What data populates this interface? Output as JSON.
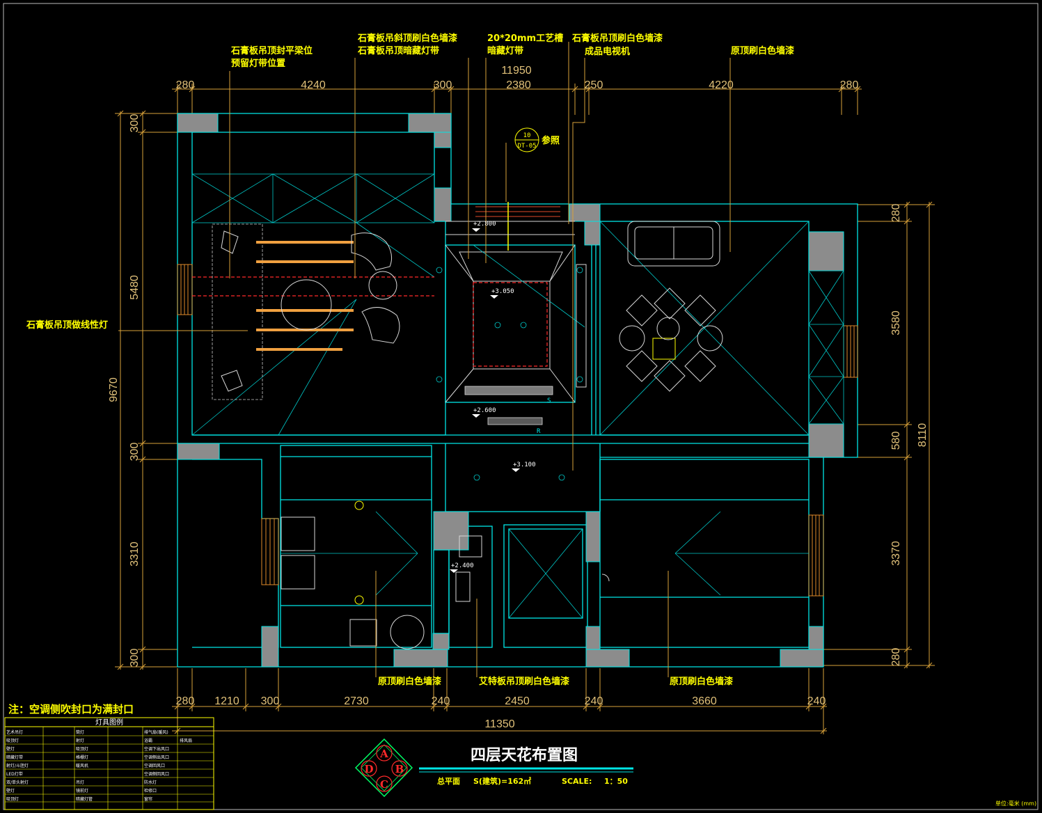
{
  "drawing": {
    "title": "四层天花布置图",
    "subtitle_plan": "总平面",
    "area_label": "S(建筑)=162㎡",
    "scale_label": "SCALE:",
    "scale_value": "1：50",
    "unit_note": "单位:毫米 (mm)",
    "note": "注：空调侧吹封口为满封口",
    "compass": [
      "A",
      "B",
      "C",
      "D"
    ]
  },
  "annotations": {
    "beam_line1": "石膏板吊顶封平梁位",
    "beam_line2": "预留灯带位置",
    "slope_line1": "石膏板吊斜顶刷白色墙漆",
    "slope_line2": "石膏板吊顶暗藏灯带",
    "groove_line1": "20*20mm工艺槽",
    "groove_line2": "暗藏灯带",
    "tv_line1": "石膏板吊顶刷白色墙漆",
    "tv_line2": "成品电视机",
    "orig_top": "原顶刷白色墙漆",
    "linear_light": "石膏板吊顶做线性灯",
    "ref_top": "10",
    "ref_bottom": "DT-05",
    "ref_text": "参照",
    "bottom_left": "原顶刷白色墙漆",
    "bottom_mid": "艾特板吊顶刷白色墙漆",
    "bottom_right": "原顶刷白色墙漆"
  },
  "levels": [
    "+2.800",
    "+3.050",
    "+2.600",
    "+3.100",
    "+2.400"
  ],
  "marks": {
    "s": "S",
    "r": "R"
  },
  "dims": {
    "top_total": "11950",
    "top": [
      "280",
      "4240",
      "300",
      "2380",
      "250",
      "4220",
      "280"
    ],
    "bottom": [
      "280",
      "1210",
      "300",
      "2730",
      "240",
      "2450",
      "240",
      "3660",
      "240"
    ],
    "bottom_total": "11350",
    "left_total": "9670",
    "left": [
      "300",
      "5480",
      "300",
      "3310",
      "300"
    ],
    "right_total": "8110",
    "right": [
      "280",
      "3580",
      "580",
      "3370",
      "280"
    ]
  },
  "legend": {
    "title": "灯具图例",
    "rows": [
      [
        "艺术吊灯",
        "筒灯",
        "排气扇(暖风)",
        ""
      ],
      [
        "吸顶灯",
        "射灯",
        "浴霸",
        "排风扇"
      ],
      [
        "壁灯",
        "吸顶灯",
        "空调下出风口",
        ""
      ],
      [
        "暗藏灯带",
        "格栅灯",
        "空调侧出风口",
        ""
      ],
      [
        "射灯/斗胆灯",
        "暖风机",
        "空调回风口",
        ""
      ],
      [
        "LED灯带",
        "",
        "空调侧回风口",
        ""
      ],
      [
        "双/单头射灯",
        "吊灯",
        "防水灯",
        ""
      ],
      [
        "壁灯",
        "镜前灯",
        "检修口",
        ""
      ],
      [
        "吸顶灯",
        "暗藏灯管",
        "窗帘",
        ""
      ]
    ]
  }
}
